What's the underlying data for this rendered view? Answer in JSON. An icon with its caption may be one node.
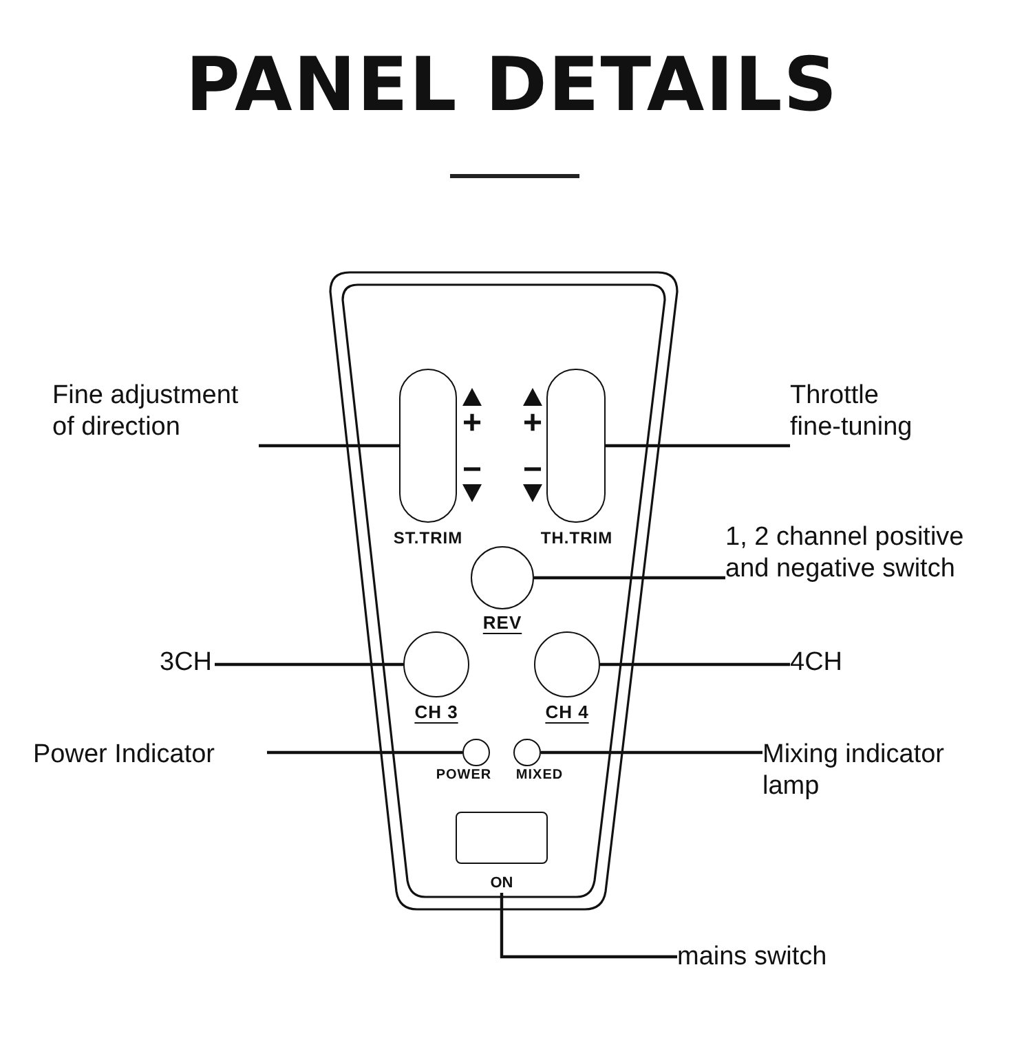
{
  "diagram": {
    "title": "PANEL DETAILS",
    "nodes": [
      {
        "text": [
          "Fine adjustment of direction"
        ]
      },
      {
        "text": [],
        "shape": "box",
        "beside": [
          "ST.TRIM"
        ]
      },
      {
        "text": [
          "Throttle fine-tuning"
        ]
      },
      {
        "text": [],
        "shape": "box",
        "beside": [
          "TH.TRIM"
        ]
      },
      {
        "text": [
          "1, 2 channel positive and negative switch"
        ]
      },
      {
        "text": [],
        "shape": "circle",
        "beside": [
          "REV"
        ]
      },
      {
        "text": [
          "3CH"
        ]
      },
      {
        "text": [],
        "shape": "circle",
        "beside": [
          "CH 3"
        ]
      },
      {
        "text": [
          "4CH"
        ]
      },
      {
        "text": [],
        "shape": "circle",
        "beside": [
          "CH 4"
        ]
      },
      {
        "text": [
          "Power Indicator"
        ]
      },
      {
        "text": [],
        "shape": "circle",
        "beside": [
          "POWER"
        ]
      },
      {
        "text": [
          "Mixing indicator lamp"
        ]
      },
      {
        "text": [],
        "shape": "circle",
        "beside": [
          "MIXED"
        ]
      },
      {
        "text": [],
        "shape": "box",
        "beside": [
          "ON"
        ]
      },
      {
        "text": [
          "mains switch"
        ]
      }
    ],
    "edges": [
      {
        "from": 0,
        "to": 1,
        "arrow": "none"
      },
      {
        "from": 2,
        "to": 3,
        "arrow": "none"
      },
      {
        "from": 4,
        "to": 5,
        "arrow": "none"
      },
      {
        "from": 6,
        "to": 7,
        "arrow": "none"
      },
      {
        "from": 8,
        "to": 9,
        "arrow": "none"
      },
      {
        "from": 10,
        "to": 11,
        "arrow": "none"
      },
      {
        "from": 12,
        "to": 13,
        "arrow": "none"
      },
      {
        "from": 15,
        "to": 14,
        "arrow": "none"
      }
    ],
    "labels": [
      "+",
      "−",
      "+",
      "−"
    ]
  }
}
